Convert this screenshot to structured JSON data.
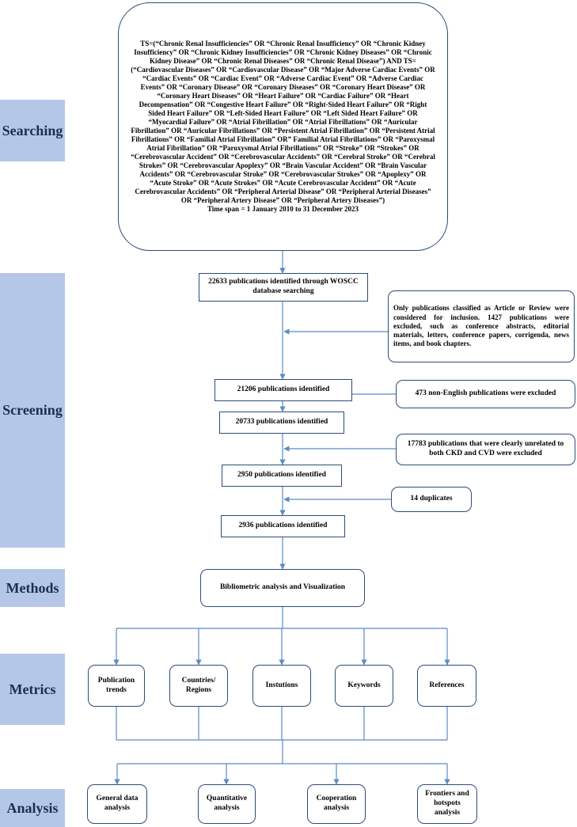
{
  "stages": {
    "searching": "Searching",
    "screening": "Screening",
    "methods": "Methods",
    "metrics": "Metrics",
    "analysis": "Analysis"
  },
  "search": {
    "query": "TS=(“Chronic Renal Insufficiencies” OR “Chronic Renal Insufficiency” OR “Chronic Kidney Insufficiency” OR “Chronic Kidney Insufficiencies” OR “Chronic Kidney Diseases” OR “Chronic Kidney Disease” OR “Chronic Renal Diseases” OR “Chronic Renal Disease”) AND TS=(“Cardiovascular Diseases” OR “Cardiovascular Disease” OR “Major Adverse Cardiac Events” OR “Cardiac Events” OR “Cardiac Event” OR “Adverse Cardiac Event” OR “Adverse Cardiac Events” OR “Coronary Disease” OR “Coronary Diseases” OR “Coronary Heart Disease” OR “Coronary Heart Diseases” OR “Heart Failure” OR “Cardiac Failure” OR “Heart Decompensation” OR “Congestive Heart Failure” OR “Right-Sided Heart Failure” OR “Right Sided Heart Failure” OR “Left-Sided Heart Failure” OR “Left Sided Heart Failure” OR “Myocardial Failure” OR “Atrial Fibrillation” OR “Atrial Fibrillations” OR “Auricular Fibrillation” OR “Auricular Fibrillations” OR “Persistent Atrial Fibrillation” OR “Persistent Atrial Fibrillations” OR “Familial Atrial Fibrillation” OR” Familial Atrial Fibrillations” OR “Paroxysmal Atrial Fibrillation” OR “Paroxysmal Atrial Fibrillations” OR “Stroke” OR “Strokes” OR “Cerebrovascular Accident” OR “Cerebrovascular Accidents” OR “Cerebral Stroke” OR “Cerebral Strokes” OR “Cerebrovascular Apoplexy” OR “Brain Vascular Accident” OR “Brain Vascular Accidents” OR “Cerebrovascular Stroke” OR “Cerebrovascular Strokes” OR “Apoplexy” OR “Acute Stroke” OR “Acute Strokes” OR “Acute Cerebrovascular Accident” OR “Acute Cerebrovascular Accidents” OR “Peripheral Arterial Disease” OR “Peripheral Arterial Diseases” OR “Peripheral Artery Disease” OR “Peripheral Artery Diseases”)",
    "timespan": "Time span =  1 January 2010 to 31 December 2023"
  },
  "screening": {
    "step1": "22633 publications identified through WOSCC database searching",
    "step2": "21206 publications identified",
    "step3": "20733 publications identified",
    "step4": "2950 publications identified",
    "step5": "2936 publications identified",
    "excl1": "Only publications classified as Article or Review were considered for inclusion. 1427 publications were excluded, such as conference abstracts, editorial materials, letters, conference papers, corrigenda, news items, and book chapters.",
    "excl2": "473 non-English publications were excluded",
    "excl3": "17783 publications that were clearly unrelated to both CKD and CVD were excluded",
    "excl4": "14 duplicates"
  },
  "methods": {
    "box": "Bibliometric analysis and Visualization"
  },
  "metrics": {
    "items": [
      "Publication trends",
      "Countries/ Regions",
      "Instutions",
      "Keywords",
      "References"
    ]
  },
  "analysis": {
    "items": [
      "General data analysis",
      "Quantitative analysis",
      "Cooperation analysis",
      "Frontiers and hotspots analysis"
    ]
  },
  "colors": {
    "label_bg": "#b4c7e7",
    "label_text": "#1f2d4d",
    "border": "#2f4b7c",
    "connector": "#5b8cc4"
  }
}
